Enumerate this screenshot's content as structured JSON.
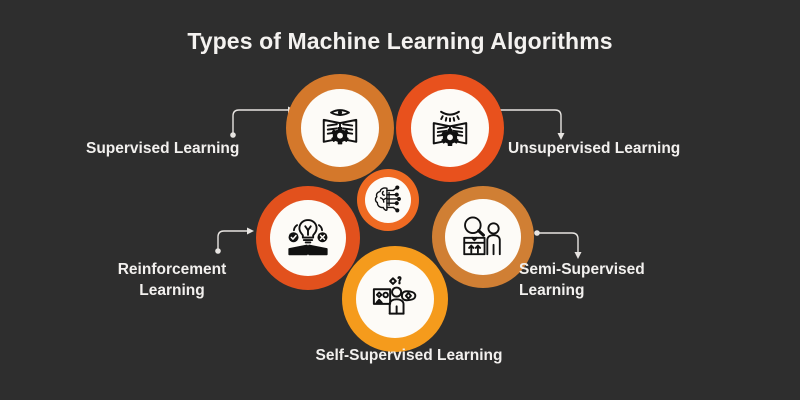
{
  "page": {
    "background_color": "#2e2e2e",
    "title": "Types of Machine Learning Algorithms"
  },
  "palette": {
    "background": "#2e2e2e",
    "text": "#f2f0ee",
    "circle_fill": "#fdfbf7",
    "icon_stroke": "#111111",
    "connector": "#e7e4e1",
    "supervised_ring": "#d4782b",
    "unsupervised_ring": "#e8511d",
    "reinforcement_ring": "#e2511d",
    "semi_supervised_ring": "#d07f34",
    "self_supervised_ring": "#f59b1c",
    "center_ring": "#ef6a22"
  },
  "center": {
    "icon": "brain-circuit-icon",
    "ring_color": "#ef6a22"
  },
  "nodes": [
    {
      "id": "supervised",
      "label": "Supervised Learning",
      "icon": "book-open-eye-gear-icon",
      "ring_color": "#d4782b",
      "position": "top-left"
    },
    {
      "id": "unsupervised",
      "label": "Unsupervised Learning",
      "icon": "book-open-closed-eye-gear-icon",
      "ring_color": "#e8511d",
      "position": "top-right"
    },
    {
      "id": "reinforcement",
      "label_line1": "Reinforcement",
      "label_line2": "Learning",
      "label": "Reinforcement Learning",
      "icon": "book-lightbulb-check-cross-icon",
      "ring_color": "#e2511d",
      "position": "left"
    },
    {
      "id": "semi_supervised",
      "label_line1": "Semi-Supervised",
      "label_line2": "Learning",
      "label": "Semi-Supervised Learning",
      "icon": "magnifier-person-box-icon",
      "ring_color": "#d07f34",
      "position": "right"
    },
    {
      "id": "self_supervised",
      "label": "Self-Supervised Learning",
      "icon": "person-shapes-question-bubble-icon",
      "ring_color": "#f59b1c",
      "position": "bottom"
    }
  ],
  "connectors": [
    {
      "id": "connector-supervised",
      "from": "supervised-label",
      "to": "supervised-circle",
      "direction": "right"
    },
    {
      "id": "connector-unsupervised",
      "from": "unsupervised-circle",
      "to": "unsupervised-label",
      "direction": "down"
    },
    {
      "id": "connector-reinforcement",
      "from": "reinforcement-label",
      "to": "reinforcement-circle",
      "direction": "right"
    },
    {
      "id": "connector-semi",
      "from": "semi-circle",
      "to": "semi-label",
      "direction": "down"
    }
  ]
}
